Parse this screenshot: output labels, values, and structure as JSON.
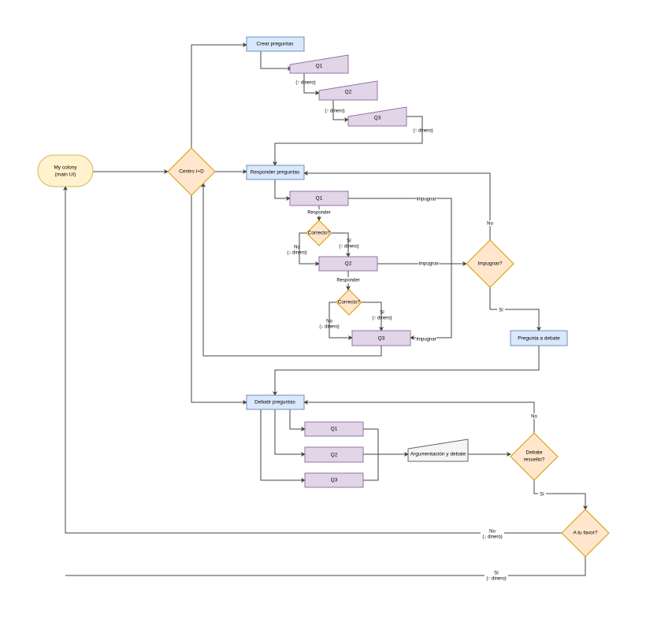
{
  "nodes": {
    "my_colony_1": "My colony",
    "my_colony_2": "(main UI)",
    "centro": "Centro I+D",
    "crear": "Crear preguntas",
    "responder": "Responder preguntas",
    "debatir": "Debatir preguntas",
    "q1": "Q1",
    "q2": "Q2",
    "q3": "Q3",
    "correcto": "Correcto?",
    "impugnar_q": "Impugnar?",
    "pregunta_debate": "Pregunta a debate",
    "argumentacion": "Argumentación y debate",
    "debate_1": "Debate",
    "debate_2": "resuelto?",
    "favor": "A tu favor?"
  },
  "labels": {
    "up_money": "(↑ dinero)",
    "down_money": "(↓ dinero)",
    "si": "Sí",
    "no": "No",
    "responder": "Responder",
    "impugnar": "Impugnar"
  }
}
